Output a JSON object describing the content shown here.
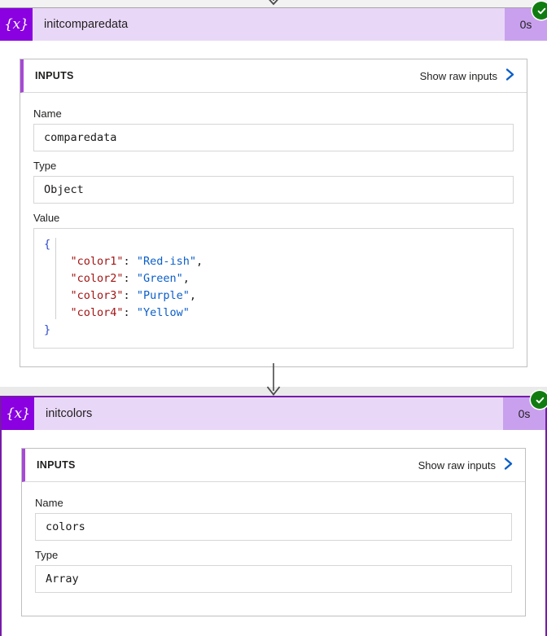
{
  "flow": {
    "background_color": "#f0f0f0",
    "connector_color": "#4a4a4a",
    "accent_purple": "#8a00e0",
    "header_purple": "#e9d7f7",
    "duration_purple": "#c9a0ee",
    "status_green": "#107c10",
    "link_blue": "#0b5ec9"
  },
  "actions": [
    {
      "icon": "variable-icon",
      "icon_glyph": "{x}",
      "title": "initcomparedata",
      "duration": "0s",
      "status": "succeeded",
      "status_icon": "check-circle-icon",
      "selected": false,
      "inputs": {
        "header": "INPUTS",
        "raw_link": "Show raw inputs",
        "raw_link_icon": "chevron-right-icon",
        "fields": [
          {
            "label": "Name",
            "value": "comparedata",
            "kind": "text"
          },
          {
            "label": "Type",
            "value": "Object",
            "kind": "text"
          }
        ],
        "value_label": "Value",
        "value_json": {
          "open": "{",
          "close": "}",
          "entries": [
            {
              "key": "\"color1\"",
              "sep": ": ",
              "value": "\"Red-ish\"",
              "comma": ","
            },
            {
              "key": "\"color2\"",
              "sep": ": ",
              "value": "\"Green\"",
              "comma": ","
            },
            {
              "key": "\"color3\"",
              "sep": ": ",
              "value": "\"Purple\"",
              "comma": ","
            },
            {
              "key": "\"color4\"",
              "sep": ": ",
              "value": "\"Yellow\"",
              "comma": ""
            }
          ]
        }
      }
    },
    {
      "icon": "variable-icon",
      "icon_glyph": "{x}",
      "title": "initcolors",
      "duration": "0s",
      "status": "succeeded",
      "status_icon": "check-circle-icon",
      "selected": true,
      "inputs": {
        "header": "INPUTS",
        "raw_link": "Show raw inputs",
        "raw_link_icon": "chevron-right-icon",
        "fields": [
          {
            "label": "Name",
            "value": "colors",
            "kind": "text"
          },
          {
            "label": "Type",
            "value": "Array",
            "kind": "text"
          }
        ]
      }
    }
  ]
}
